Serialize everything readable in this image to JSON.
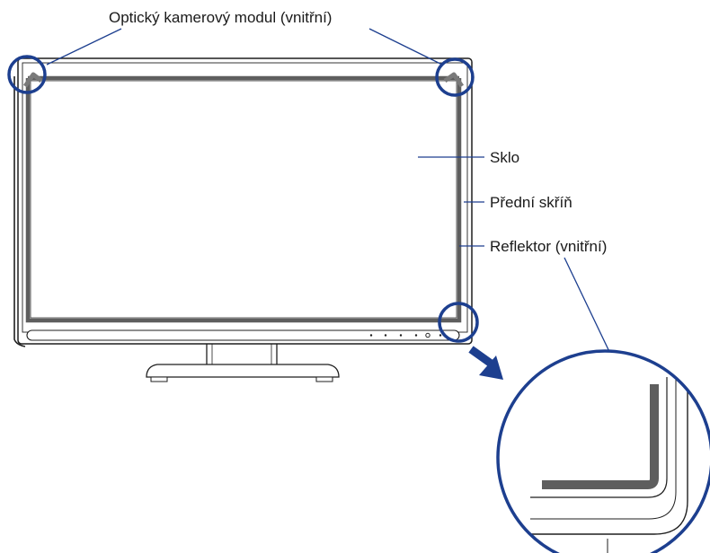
{
  "labels": {
    "camera_module": "Optický kamerový modul (vnitřní)",
    "glass": "Sklo",
    "front_cabinet": "Přední skříň",
    "reflector": "Reflektor (vnitřní)"
  },
  "colors": {
    "callout": "#1d3f8f",
    "reflector": "#5e5e5e",
    "outline": "#1f1f1f"
  }
}
